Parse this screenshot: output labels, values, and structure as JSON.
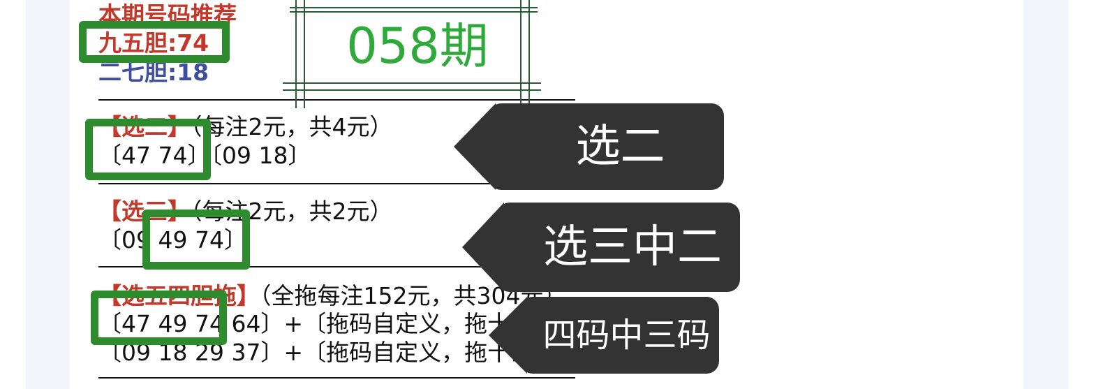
{
  "header": {
    "title": "本期号码推荐",
    "nine_five": "九五胆:74",
    "two_seven": "二七胆:18"
  },
  "issue": {
    "label": "058期"
  },
  "sections": [
    {
      "title": "【选二】",
      "note": "（每注2元，共4元）",
      "lines": [
        "〔47 74〕〔09 18〕"
      ]
    },
    {
      "title": "【选三】",
      "note": "（每注2元，共2元）",
      "lines": [
        "〔09 49 74〕"
      ]
    },
    {
      "title": "【选五四胆拖】",
      "note": "（全拖每注152元，共304元）",
      "lines": [
        "〔47 49 74 64〕+〔拖码自定义，拖十码到十五码为最佳〕",
        "〔09 18 29 37〕+〔拖码自定义，拖十码到十五码为最佳〕"
      ]
    }
  ],
  "tags": [
    {
      "label": "选二"
    },
    {
      "label": "选三中二"
    },
    {
      "label": "四码中三码"
    }
  ],
  "colors": {
    "highlight_green": "#2e8b2e",
    "title_red": "#c0392b",
    "blue": "#3f4f9e",
    "issue_green": "#2eaa3a",
    "tag_bg": "#333333"
  }
}
